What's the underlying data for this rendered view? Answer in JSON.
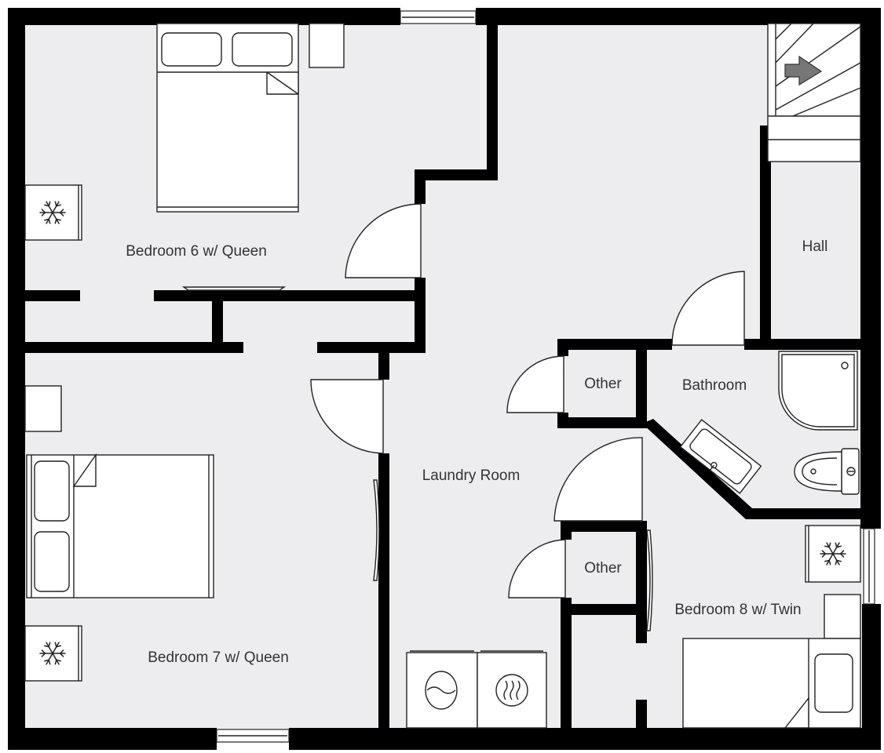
{
  "plan": {
    "rooms": [
      {
        "name": "bedroom-6",
        "label": "Bedroom 6 w/ Queen"
      },
      {
        "name": "bedroom-7",
        "label": "Bedroom 7 w/ Queen"
      },
      {
        "name": "laundry-room",
        "label": "Laundry Room"
      },
      {
        "name": "other-upper",
        "label": "Other"
      },
      {
        "name": "bathroom",
        "label": "Bathroom"
      },
      {
        "name": "hall",
        "label": "Hall"
      },
      {
        "name": "other-lower",
        "label": "Other"
      },
      {
        "name": "bedroom-8",
        "label": "Bedroom 8 w/ Twin"
      }
    ],
    "icons": [
      "snowflake-icon",
      "stairs-arrow-icon",
      "washer-icon",
      "dryer-icon"
    ],
    "colors": {
      "wall": "#000000",
      "floor": "#ededf0",
      "fixture": "#ffffff"
    }
  }
}
